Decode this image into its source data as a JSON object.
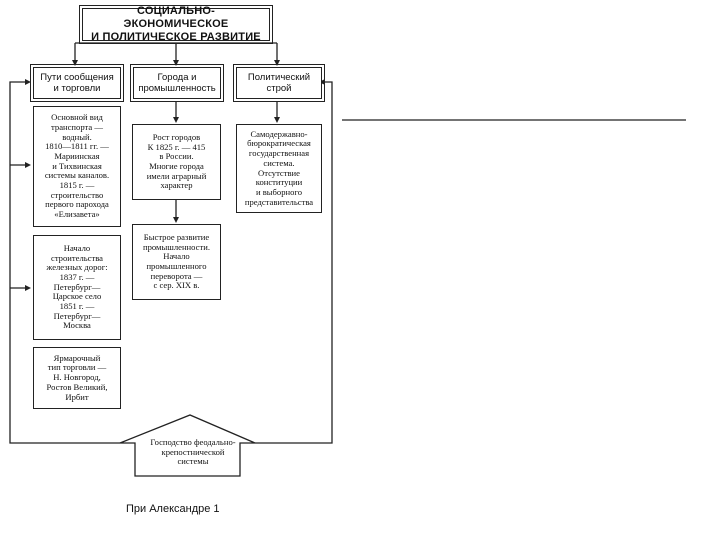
{
  "title": "СОЦИАЛЬНО-ЭКОНОМИЧЕСКОЕ\nИ ПОЛИТИЧЕСКОЕ РАЗВИТИЕ",
  "columns": [
    {
      "heading": "Пути сообщения\nи торговли"
    },
    {
      "heading": "Города и\nпромышленность"
    },
    {
      "heading": "Политический\nстрой"
    }
  ],
  "transport_items": [
    "Основной вид\nтранспорта —\nводный.\n1810—1811 гг. —\nМариинская\nи Тихвинская\nсистемы каналов.\n1815 г. —\nстроительство\nпервого парохода\n«Елизавета»",
    "Начало\nстроительства\nжелезных дорог:\n1837 г. —\nПетербург—\nЦарское село\n1851 г. —\nПетербург—\nМосква",
    "Ярмарочный\nтип торговли —\nН. Новгород,\nРостов Великий,\nИрбит"
  ],
  "cities_items": [
    "Рост городов\nК 1825 г. — 415\nв России.\nМногие города\nимели аграрный\nхарактер",
    "Быстрое развитие\nпромышленности.\nНачало\nпромышленного\nпереворота —\nс сер. XIX в."
  ],
  "politics_items": [
    "Самодержавно-\nбюрократическая\nгосударственная\nсистема.\nОтсутствие\nконституции\nи выборного\nпредставительства"
  ],
  "bottom_label": "Господство феодально-\nкрепостнической\nсистемы",
  "caption": "При Александре 1"
}
